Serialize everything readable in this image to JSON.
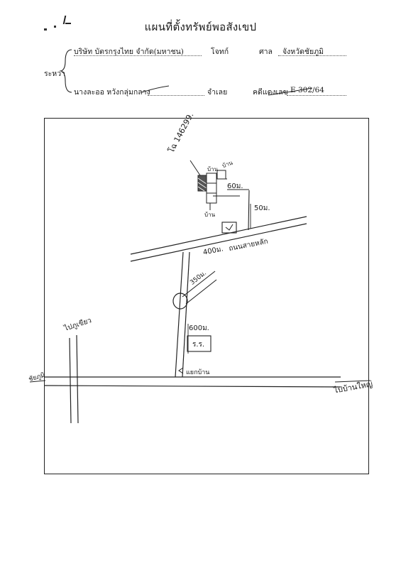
{
  "header": {
    "title": "แผนที่ตั้งทรัพย์พอสังเขป"
  },
  "parties": {
    "between_label": "ระหว่า",
    "plaintiff": "บริษัท บัตรกรุงไทย จำกัด(มหาชน)",
    "plaintiff_role": "โจทก์",
    "court_label": "ศาล",
    "court_name": "จังหวัดชัยภูมิ",
    "defendant": "นางละออ หวังกลุ่มกลาง",
    "defendant_role": "จำเลย",
    "case_label": "คดีแดงเลข",
    "case_number": "E 302/64"
  },
  "map": {
    "parcel_label": "โฉ 146299.",
    "house_label_1": "บ้าน",
    "house_label_2": "บ้าน",
    "house_label_3": "บ้าน",
    "dist_60": "60ม.",
    "dist_50": "50ม.",
    "dist_400": "400ม.",
    "road_name": "ถนนสายหลัก",
    "dist_350": "350ม.",
    "dist_600": "600ม.",
    "school_label": "ร.ร.",
    "junction_label": "แยกบ้าน",
    "left_top_label": "ไปภูเขียว",
    "left_side_label": "ชัยภูมิ",
    "right_label": "ไปบ้านใหญ่"
  }
}
